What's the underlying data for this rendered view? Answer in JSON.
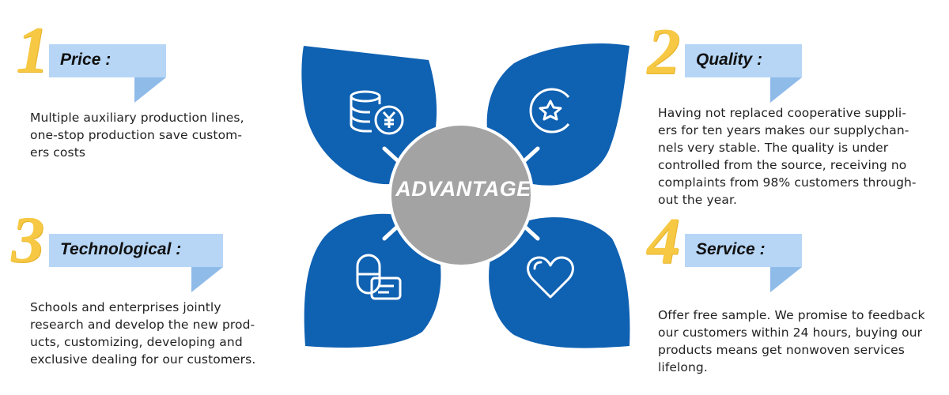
{
  "center": {
    "label": "ADVANTAGE"
  },
  "colors": {
    "petal": "#0f61b2",
    "circle": "#a3a3a3",
    "banner": "#b7d6f6",
    "number": "#f6c843"
  },
  "items": [
    {
      "number": "1",
      "title": "Price :",
      "lines": [
        "Multiple auxiliary production lines,",
        "one-stop production save custom-",
        "ers costs"
      ]
    },
    {
      "number": "2",
      "title": "Quality :",
      "lines": [
        "Having not replaced cooperative suppli-",
        "ers for ten years makes our supplychan-",
        "nels very stable. The quality is under",
        "controlled from the source, receiving no",
        "complaints from 98% customers through-",
        "out the year."
      ]
    },
    {
      "number": "3",
      "title": "Technological :",
      "lines": [
        "Schools and enterprises jointly",
        "research and develop the new prod-",
        "ucts, customizing, developing and",
        "exclusive dealing for our customers."
      ]
    },
    {
      "number": "4",
      "title": "Service :",
      "lines": [
        "Offer free sample. We promise to feedback",
        "our customers within 24 hours, buying our",
        "products means get nonwoven services",
        "lifelong."
      ]
    }
  ],
  "icons": [
    "coins-yen-icon",
    "star-coin-icon",
    "pill-card-icon",
    "heart-icon"
  ]
}
